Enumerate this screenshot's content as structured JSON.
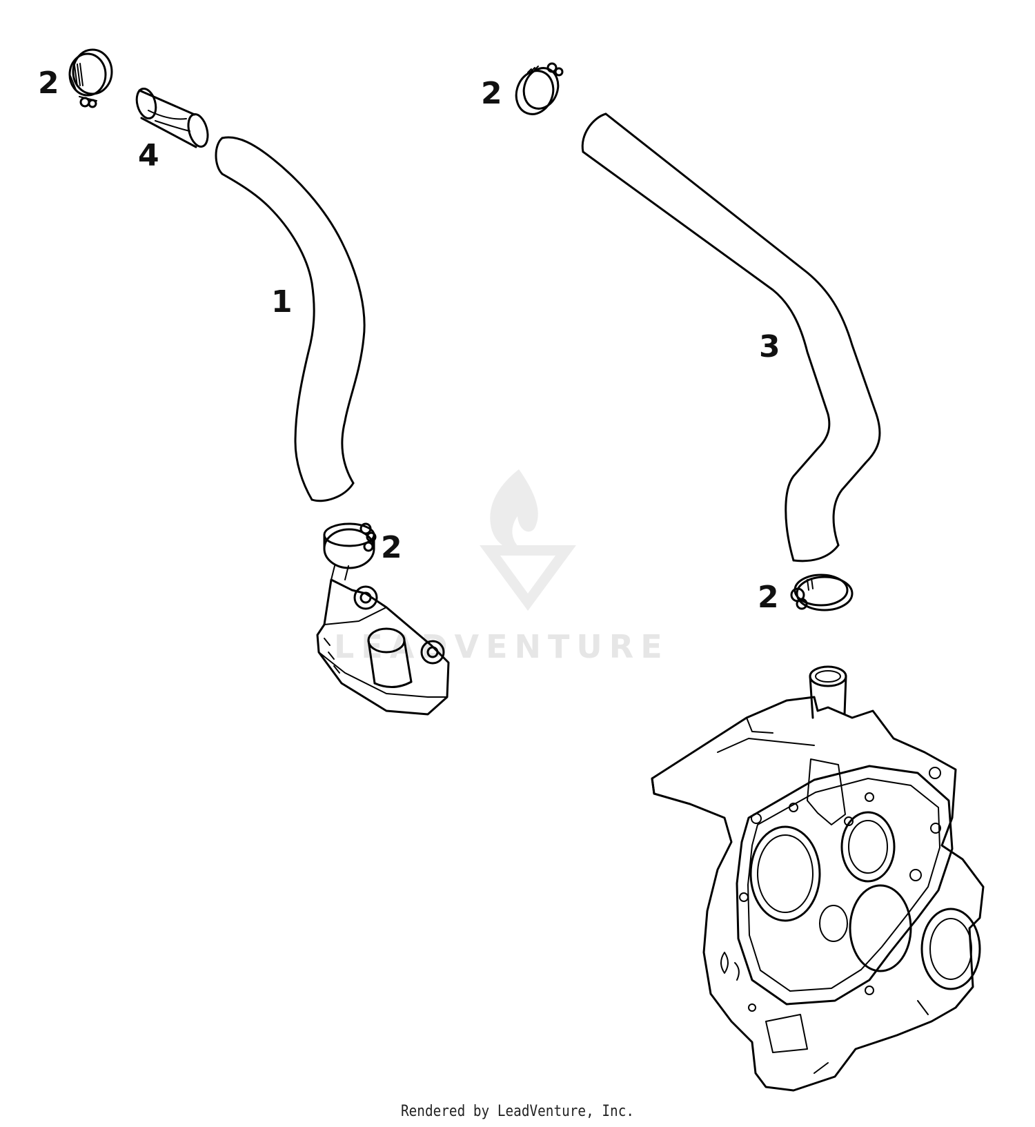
{
  "callouts": {
    "clamp_top_left": "2",
    "clamp_top_right": "2",
    "clamp_mid_left": "2",
    "clamp_mid_right": "2",
    "hose_1": "1",
    "hose_3": "3",
    "sleeve_4": "4"
  },
  "watermark": {
    "text": "LEADVENTURE"
  },
  "footer": {
    "text": "Rendered by LeadVenture, Inc."
  }
}
